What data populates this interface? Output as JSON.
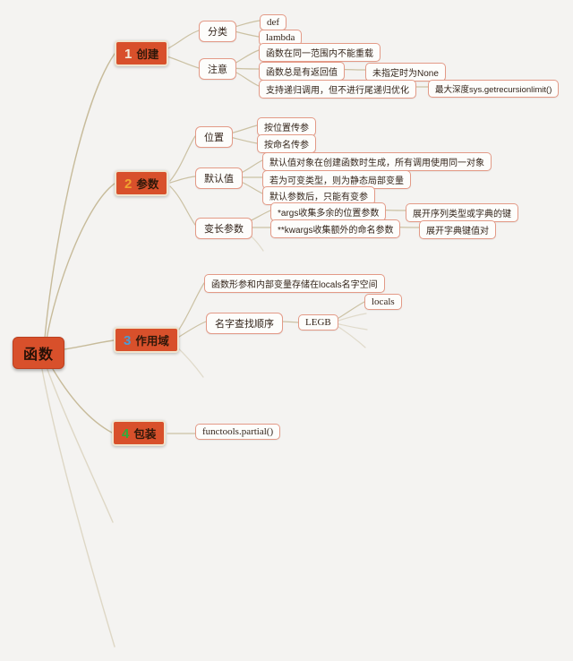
{
  "colors": {
    "background": "#f4f3f1",
    "branch_fill": "#d8502b",
    "branch_border": "#efe4cf",
    "leaf_border": "#e39a87",
    "connector_line": "#cbc1a3",
    "number_1": "#f2ecdc",
    "number_2": "#f0a431",
    "number_3": "#4a9cd6",
    "number_4": "#2fae3a"
  },
  "root_label": "函数",
  "branch1": {
    "number": "1",
    "label": "创建",
    "classify_label": "分类",
    "classify_items": [
      "def",
      "lambda"
    ],
    "note_label": "注意",
    "note_items": [
      "函数在同一范围内不能重载",
      "函数总是有返回值",
      "支持递归调用，但不进行尾递归优化"
    ],
    "return_detail": "未指定时为None",
    "recursion_detail": "最大深度sys.getrecursionlimit()"
  },
  "branch2": {
    "number": "2",
    "label": "参数",
    "position_label": "位置",
    "position_items": [
      "按位置传参",
      "按命名传参"
    ],
    "default_label": "默认值",
    "default_items": [
      "默认值对象在创建函数时生成，所有调用使用同一对象",
      "若为可变类型，则为静态局部变量",
      "默认参数后，只能有变参"
    ],
    "varargs_label": "变长参数",
    "varargs_items": [
      "*args收集多余的位置参数",
      "**kwargs收集额外的命名参数"
    ],
    "args_detail": "展开序列类型或字典的键",
    "kwargs_detail": "展开字典键值对"
  },
  "branch3": {
    "number": "3",
    "label": "作用域",
    "locals_note": "函数形参和内部变量存储在locals名字空间",
    "lookup_label": "名字查找顺序",
    "legb_label": "LEGB",
    "legb_child": "locals"
  },
  "branch4": {
    "number": "4",
    "label": "包装",
    "item": "functools.partial()"
  }
}
